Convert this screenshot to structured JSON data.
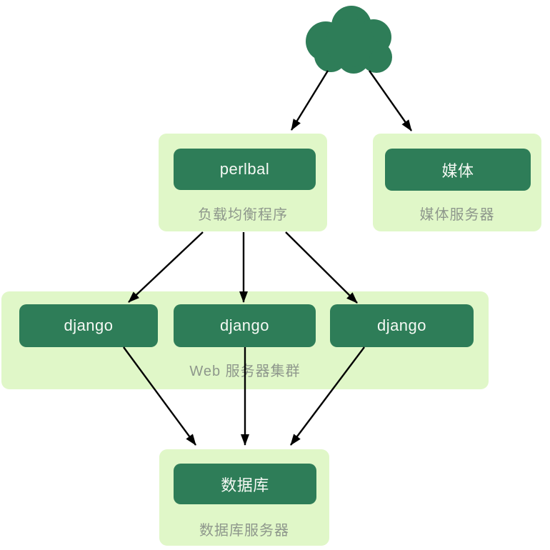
{
  "colors": {
    "node_fill": "#2e7d58",
    "group_fill": "#e0f7c8",
    "node_text": "#f5f9f4",
    "caption_text": "#8e978c",
    "arrow": "#000000"
  },
  "nodes": {
    "internet": {
      "icon": "cloud-icon"
    },
    "load_balancer": {
      "box": "perlbal",
      "caption": "负载均衡程序"
    },
    "media_server": {
      "box": "媒体",
      "caption": "媒体服务器"
    },
    "web_cluster": {
      "boxes": [
        "django",
        "django",
        "django"
      ],
      "caption": "Web 服务器集群"
    },
    "database_server": {
      "box": "数据库",
      "caption": "数据库服务器"
    }
  },
  "edges": [
    {
      "from": "internet",
      "to": "load_balancer"
    },
    {
      "from": "internet",
      "to": "media_server"
    },
    {
      "from": "load_balancer",
      "to": "web_cluster_node_1"
    },
    {
      "from": "load_balancer",
      "to": "web_cluster_node_2"
    },
    {
      "from": "load_balancer",
      "to": "web_cluster_node_3"
    },
    {
      "from": "web_cluster_node_1",
      "to": "database_server"
    },
    {
      "from": "web_cluster_node_2",
      "to": "database_server"
    },
    {
      "from": "web_cluster_node_3",
      "to": "database_server"
    }
  ]
}
